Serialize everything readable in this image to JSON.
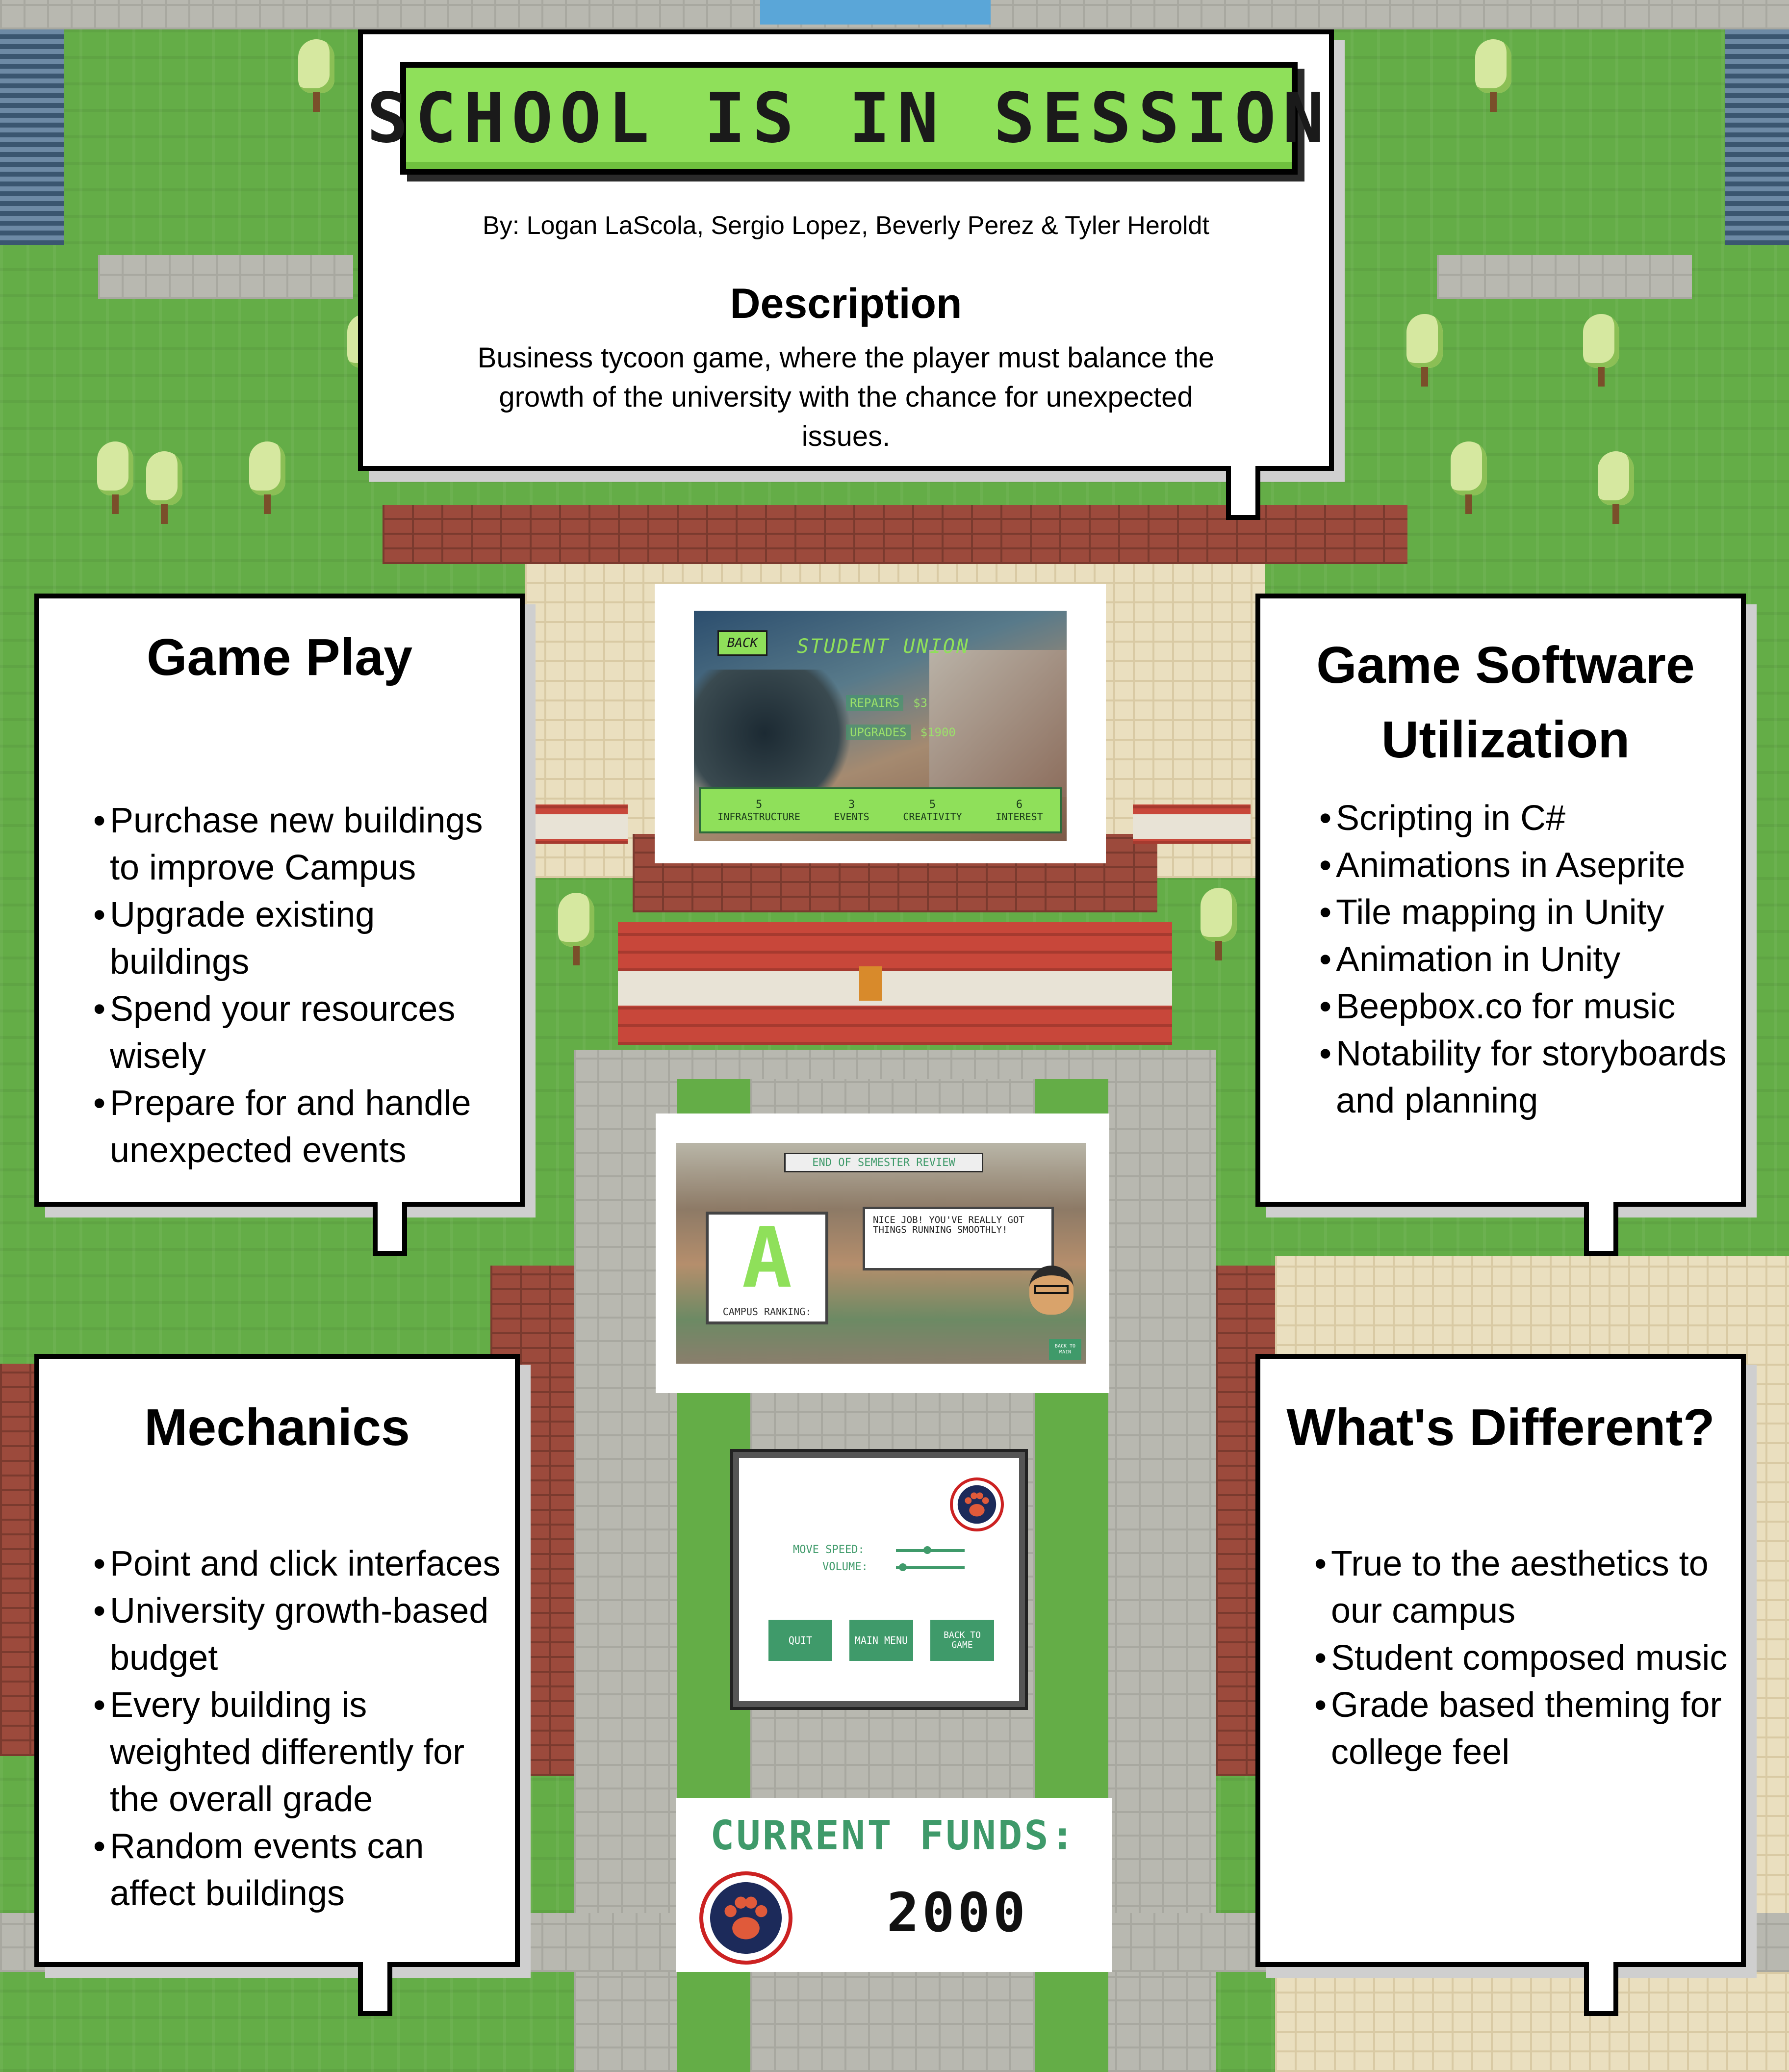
{
  "title": "SCHOOL IS IN SESSION",
  "authors": "By: Logan LaScola, Sergio Lopez, Beverly Perez & Tyler Heroldt",
  "description": {
    "heading": "Description",
    "text": "Business tycoon game, where the player must balance the growth of the university with the chance for unexpected issues."
  },
  "game_play": {
    "heading": "Game Play",
    "items": [
      "Purchase new buildings to improve Campus",
      "Upgrade existing buildings",
      "Spend your resources wisely",
      "Prepare for and handle unexpected events"
    ]
  },
  "software": {
    "heading": "Game Software Utilization",
    "items": [
      "Scripting in C#",
      "Animations in Aseprite",
      "Tile mapping in Unity",
      "Animation in Unity",
      "Beepbox.co for music",
      "Notability for storyboards and planning"
    ]
  },
  "mechanics": {
    "heading": "Mechanics",
    "items": [
      "Point and click interfaces",
      "University growth-based budget",
      "Every building is weighted differently for the overall grade",
      "Random events can affect  buildings"
    ]
  },
  "different": {
    "heading": "What's Different?",
    "items": [
      "True to the aesthetics to our campus",
      "Student composed music",
      "Grade based theming for college feel"
    ]
  },
  "screenshot_union": {
    "back": "BACK",
    "title": "STUDENT UNION",
    "repairs_label": "REPAIRS",
    "repairs_value": "$3",
    "upgrades_label": "UPGRADES",
    "upgrades_value": "$1900",
    "stats": [
      {
        "value": "5",
        "label": "INFRASTRUCTURE"
      },
      {
        "value": "3",
        "label": "EVENTS"
      },
      {
        "value": "5",
        "label": "CREATIVITY"
      },
      {
        "value": "6",
        "label": "INTEREST"
      }
    ]
  },
  "screenshot_review": {
    "title": "END OF SEMESTER REVIEW",
    "grade": "A",
    "ranking_label": "CAMPUS RANKING:",
    "message": "NICE JOB! YOU'VE REALLY GOT THINGS RUNNING SMOOTHLY!",
    "back": "BACK TO MAIN"
  },
  "screenshot_settings": {
    "move_speed": "MOVE SPEED:",
    "volume": "VOLUME:",
    "move_speed_level": 0.45,
    "volume_level": 0.05,
    "buttons": [
      "QUIT",
      "MAIN MENU",
      "BACK TO GAME"
    ]
  },
  "funds": {
    "label": "CURRENT FUNDS:",
    "value": "2000"
  },
  "colors": {
    "title_green": "#8fe05a",
    "ui_green": "#3f9a6a",
    "paw_navy": "#1c2a5a",
    "paw_red": "#cc2222"
  }
}
